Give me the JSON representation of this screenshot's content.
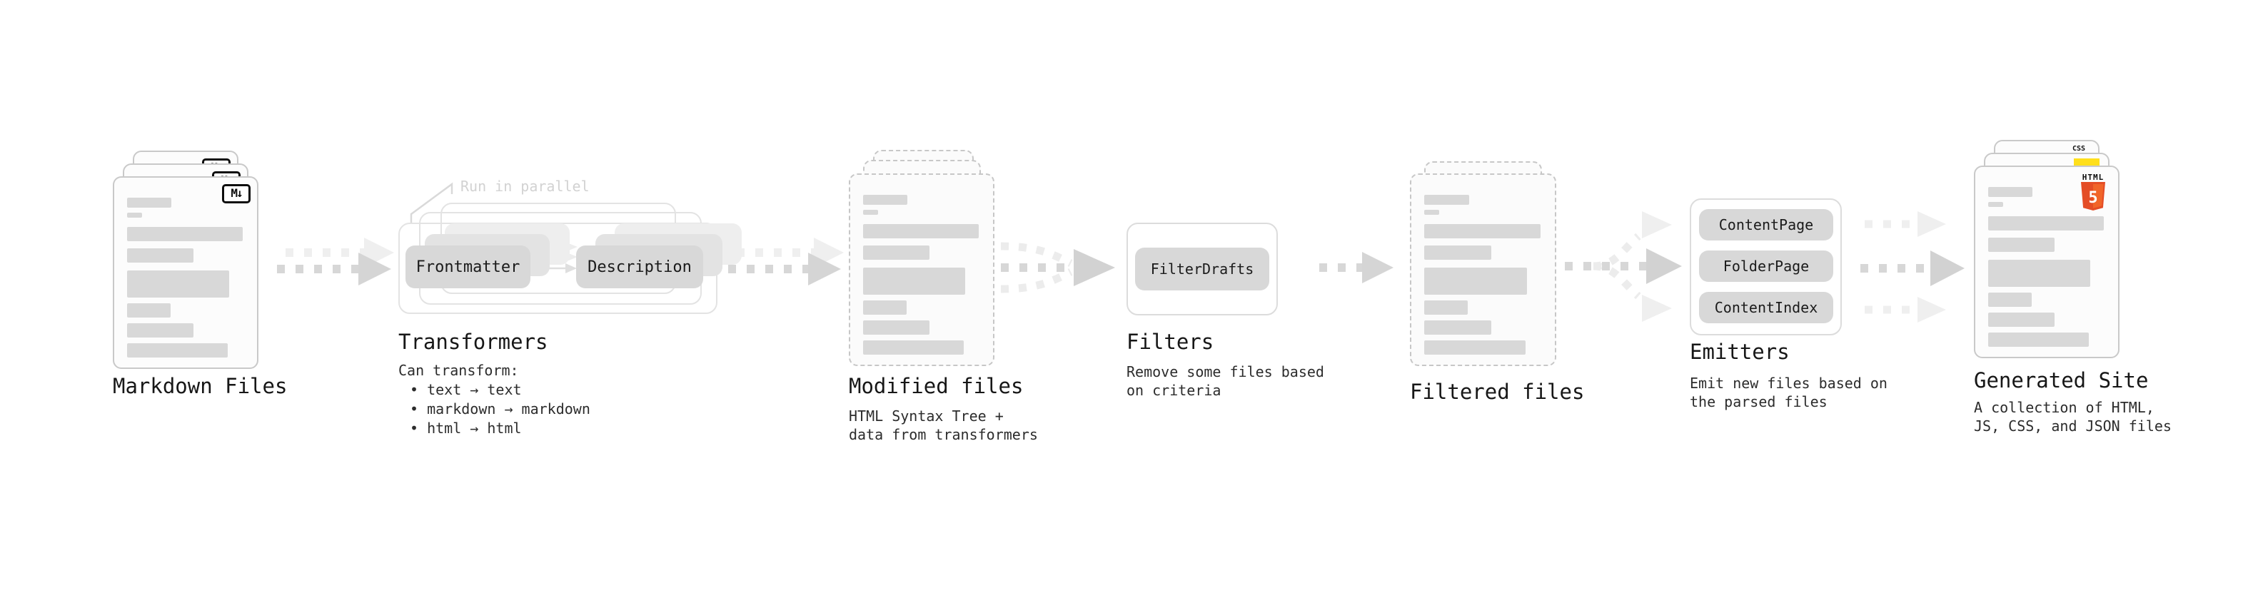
{
  "stages": {
    "markdown_files": {
      "label": "Markdown Files",
      "badge": "M↓"
    },
    "transformers": {
      "label": "Transformers",
      "annotation": "Run in parallel",
      "pills": [
        "Frontmatter",
        "Description"
      ],
      "desc": [
        "Can transform:",
        "• text → text",
        "• markdown → markdown",
        "• html → html"
      ]
    },
    "modified_files": {
      "label": "Modified files",
      "desc": [
        "HTML Syntax Tree +",
        "data from transformers"
      ]
    },
    "filters": {
      "label": "Filters",
      "pills": [
        "FilterDrafts"
      ],
      "desc": [
        "Remove some files based",
        "on criteria"
      ]
    },
    "filtered_files": {
      "label": "Filtered files"
    },
    "emitters": {
      "label": "Emitters",
      "pills": [
        "ContentPage",
        "FolderPage",
        "ContentIndex"
      ],
      "desc": [
        "Emit new files based on",
        "the parsed files"
      ]
    },
    "generated_site": {
      "label": "Generated Site",
      "desc": [
        "A collection of HTML,",
        "JS, CSS, and JSON files"
      ],
      "badges": {
        "css": "CSS",
        "html": "HTML",
        "html5_digit": "5"
      }
    }
  },
  "colors": {
    "skeleton_bar": "#d8d8d8",
    "arrow_dark": "#d7d7d7",
    "arrow_light": "#efefef",
    "badge_black": "#0d0d0d",
    "css_blue": "#2962ff",
    "js_yellow": "#ffdf1b",
    "html5_orange": "#e44d26",
    "html5_orange_light": "#f16529"
  }
}
